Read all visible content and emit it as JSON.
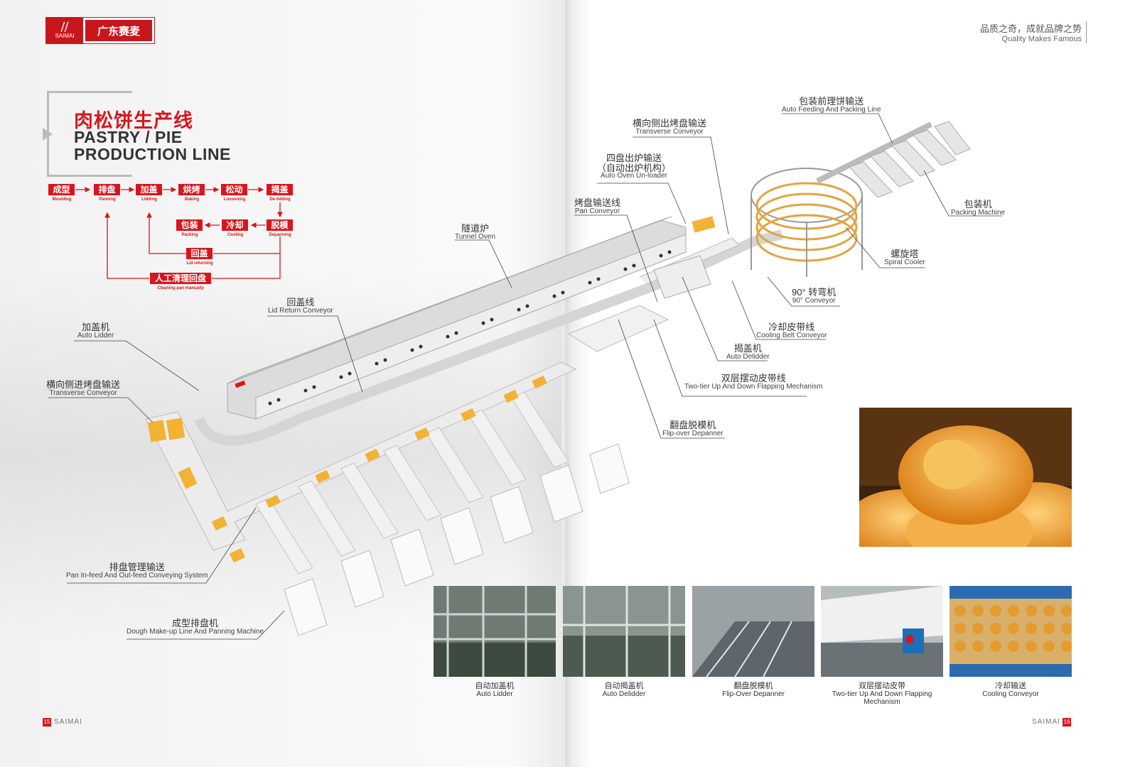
{
  "brand": {
    "logo_text": "SAIMAI",
    "logo_name": "广东赛麦"
  },
  "slogan": {
    "cn": "品质之奇，成就品牌之势",
    "en": "Quality Makes Famous"
  },
  "title": {
    "cn": "肉松饼生产线",
    "en_line1": "PASTRY / PIE",
    "en_line2": "PRODUCTION LINE"
  },
  "flow": {
    "steps": [
      {
        "cn": "成型",
        "en": "Moulding"
      },
      {
        "cn": "排盘",
        "en": "Panning"
      },
      {
        "cn": "加盖",
        "en": "Lidding"
      },
      {
        "cn": "烘烤",
        "en": "Baking"
      },
      {
        "cn": "松动",
        "en": "Loosening"
      },
      {
        "cn": "揭盖",
        "en": "De-lidding"
      },
      {
        "cn": "脱模",
        "en": "Depanning"
      },
      {
        "cn": "冷却",
        "en": "Cooling"
      },
      {
        "cn": "包装",
        "en": "Packing"
      },
      {
        "cn": "回盖",
        "en": "Lid returning"
      },
      {
        "cn": "人工清理回盘",
        "en": "Cleaning pan manually"
      }
    ]
  },
  "labels": {
    "auto_feeding": {
      "cn": "包装前理饼输送",
      "en": "Auto Feeding And Packing Line"
    },
    "transverse_out": {
      "cn": "横向侧出烤盘输送",
      "en": "Transverse Conveyor"
    },
    "auto_oven_unloader": {
      "cn": "四盘出炉输送\n（自动出炉机构）",
      "cn1": "四盘出炉输送",
      "cn2": "（自动出炉机构）",
      "en": "Auto Oven Un-loader"
    },
    "pan_conveyor": {
      "cn": "烤盘输送线",
      "en": "Pan Conveyor"
    },
    "tunnel_oven": {
      "cn": "隧道炉",
      "en": "Tunnel Oven"
    },
    "packing_machine": {
      "cn": "包装机",
      "en": "Packing Machine"
    },
    "spiral_cooler": {
      "cn": "螺旋塔",
      "en": "Spiral Cooler"
    },
    "conveyor_90": {
      "cn": "90° 转弯机",
      "en": "90° Conveyor"
    },
    "cooling_belt": {
      "cn": "冷却皮带线",
      "en": "Cooling Belt Conveyor"
    },
    "auto_delidder": {
      "cn": "揭盖机",
      "en": "Auto Delidder"
    },
    "two_tier": {
      "cn": "双层摆动皮带线",
      "en": "Two-tier Up And Down Flapping Mechanism"
    },
    "flip_over": {
      "cn": "翻盘脱模机",
      "en": "Flip-over Depanner"
    },
    "lid_return": {
      "cn": "回盖线",
      "en": "Lid Return Conveyor"
    },
    "auto_lidder": {
      "cn": "加盖机",
      "en": "Auto Lidder"
    },
    "transverse_in": {
      "cn": "横向侧进烤盘输送",
      "en": "Transverse Conveyor"
    },
    "pan_infeed": {
      "cn": "排盘管理输送",
      "en": "Pan In-feed And Out-feed Conveying System"
    },
    "dough_makeup": {
      "cn": "成型排盘机",
      "en": "Dough Make-up Line And Panning Machine"
    }
  },
  "photos": [
    {
      "cn": "自动加盖机",
      "en": "Auto Lidder"
    },
    {
      "cn": "自动揭盖机",
      "en": "Auto Delidder"
    },
    {
      "cn": "翻盘脱模机",
      "en": "Flip-Over Depanner"
    },
    {
      "cn": "双层摆动皮带",
      "en": "Two-tier Up And Down Flapping Mechanism"
    },
    {
      "cn": "冷却输送",
      "en": "Cooling Conveyor"
    }
  ],
  "footer": {
    "left_num": "15",
    "left_text": "SAIMAI",
    "right_text": "SAIMAI",
    "right_num": "16"
  },
  "colors": {
    "brand_red": "#d7161d",
    "tray_yellow": "#f2b233",
    "machine_gray": "#cfcfcf"
  }
}
